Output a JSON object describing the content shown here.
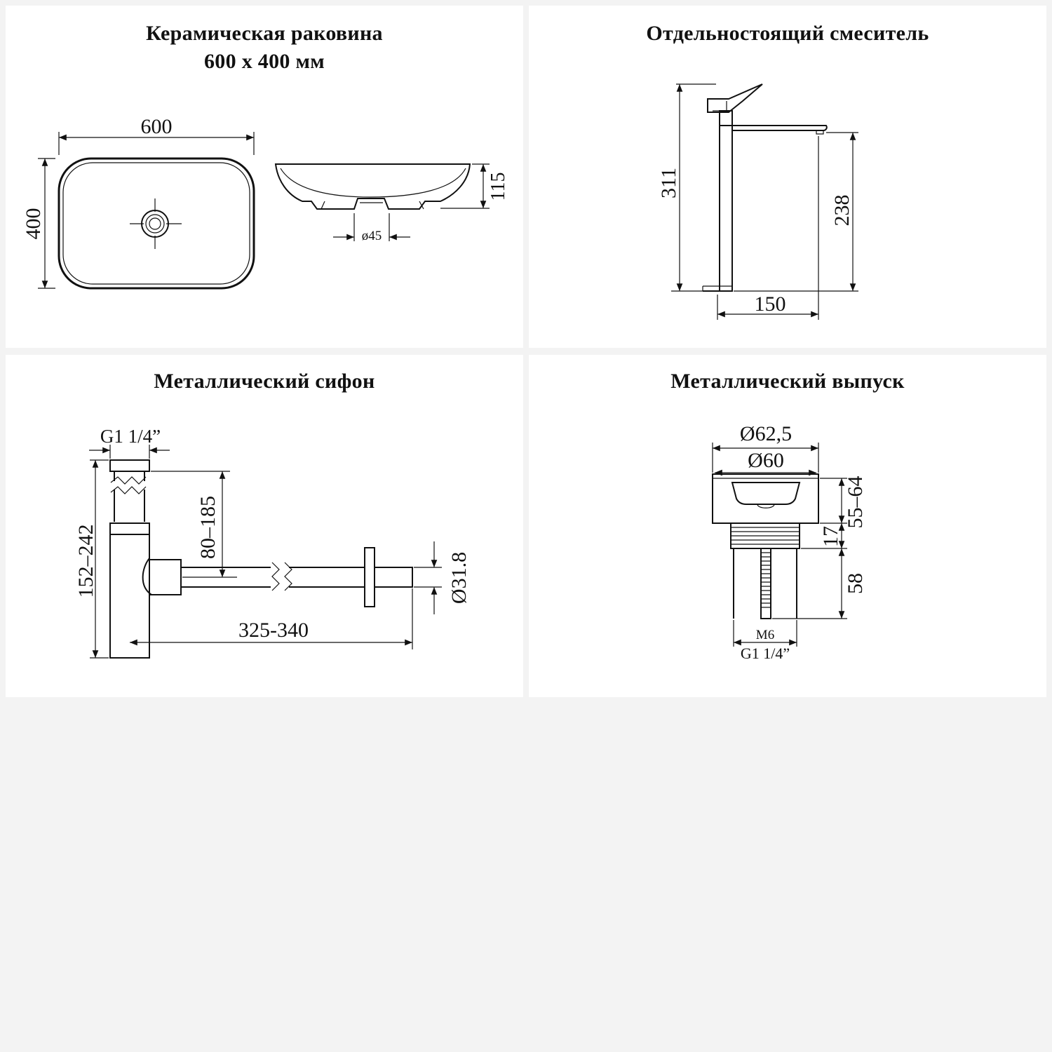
{
  "panels": {
    "sink": {
      "title_line1": "Керамическая раковина",
      "title_line2": "600 х 400 мм",
      "dim_width": "600",
      "dim_height": "400",
      "dim_depth": "115",
      "dim_drain": "ø45"
    },
    "faucet": {
      "title": "Отдельностоящий смеситель",
      "dim_total_height": "311",
      "dim_spout_height": "238",
      "dim_reach": "150"
    },
    "siphon": {
      "title": "Металлический сифон",
      "dim_thread": "G1 1/4”",
      "dim_height_range": "152–242",
      "dim_outlet_height": "80–185",
      "dim_length_range": "325-340",
      "dim_pipe_diameter": "Ø31.8"
    },
    "drain": {
      "title": "Металлический выпуск",
      "dim_outer_diameter": "Ø62,5",
      "dim_inner_diameter": "Ø60",
      "dim_height_range": "55–64",
      "dim_thread_length": "17",
      "dim_body_length": "58",
      "dim_bolt": "M6",
      "dim_thread": "G1 1/4”"
    }
  }
}
